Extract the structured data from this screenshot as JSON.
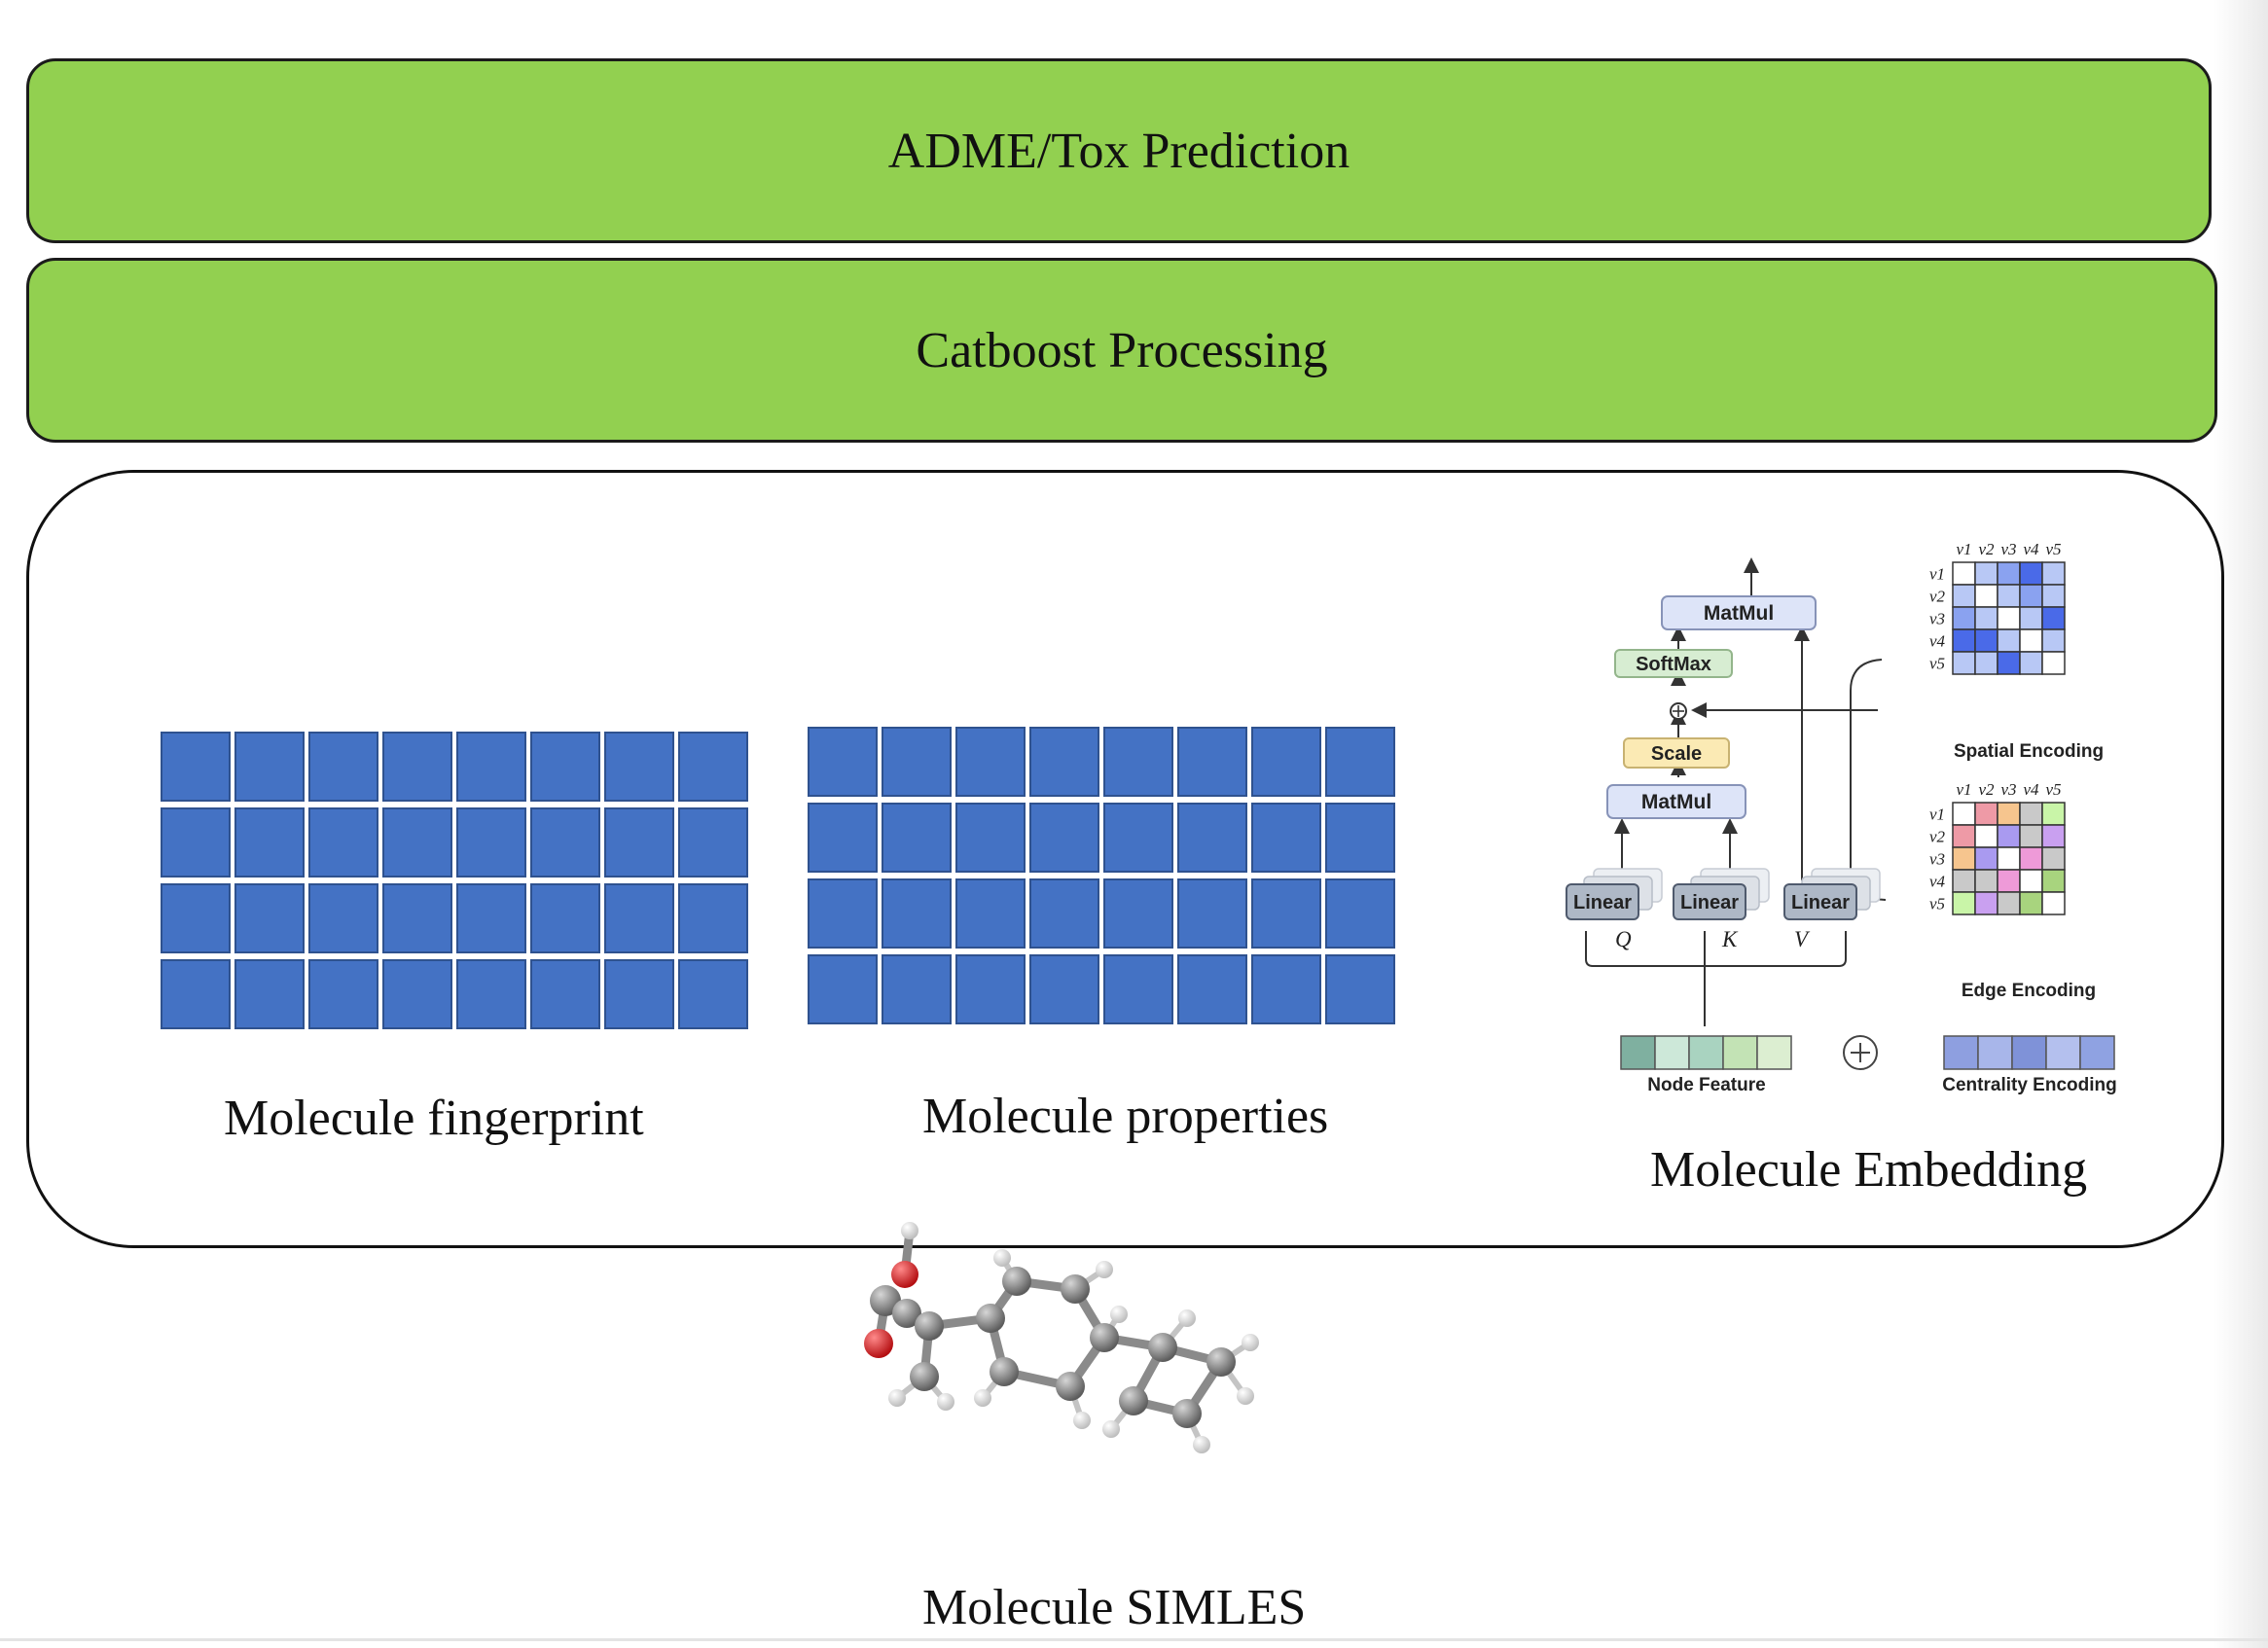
{
  "bars": {
    "top_label": "ADME/Tox Prediction",
    "mid_label": "Catboost Processing"
  },
  "inputs": {
    "fingerprint_label": "Molecule fingerprint",
    "properties_label": "Molecule properties",
    "embedding_label": "Molecule Embedding",
    "smiles_label": "Molecule SIMLES"
  },
  "attention": {
    "matmul_top": "MatMul",
    "softmax": "SoftMax",
    "scale": "Scale",
    "matmul_bottom": "MatMul",
    "linear": "Linear",
    "q": "Q",
    "k": "K",
    "v": "V",
    "node_feature": "Node Feature",
    "centrality_encoding": "Centrality Encoding",
    "spatial_encoding": "Spatial Encoding",
    "edge_encoding": "Edge Encoding",
    "v_labels": [
      "v1",
      "v2",
      "v3",
      "v4",
      "v5"
    ]
  },
  "colors": {
    "bar_green": "#92d050",
    "cell_blue": "#4472c4",
    "oxygen": "#e0181b",
    "carbon": "#7f7f7f",
    "hydrogen": "#e8e8e8"
  }
}
